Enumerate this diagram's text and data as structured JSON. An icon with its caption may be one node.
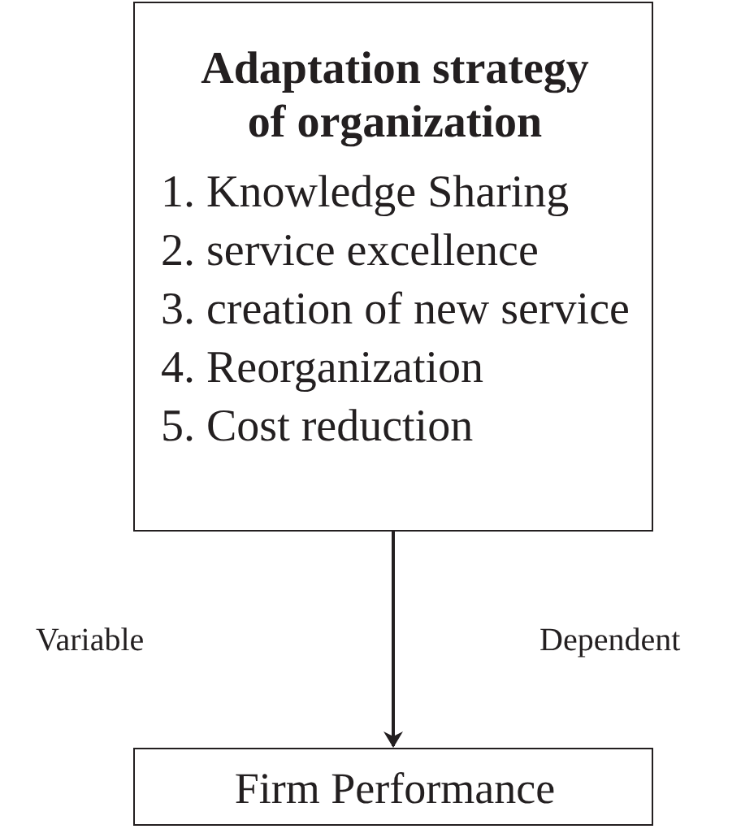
{
  "diagram": {
    "nodes": [
      {
        "text": [
          "Adaptation strategy of organization",
          "1. Knowledge Sharing",
          "2. service excellence",
          "3. creation of new service",
          "4. Reorganization",
          "5. Cost reduction"
        ]
      },
      {
        "text": [
          "Firm Performance"
        ]
      }
    ],
    "edges": [
      {
        "from": 0,
        "to": 1,
        "arrow": "to"
      }
    ],
    "labels": [
      "Variable",
      "Dependent"
    ]
  }
}
